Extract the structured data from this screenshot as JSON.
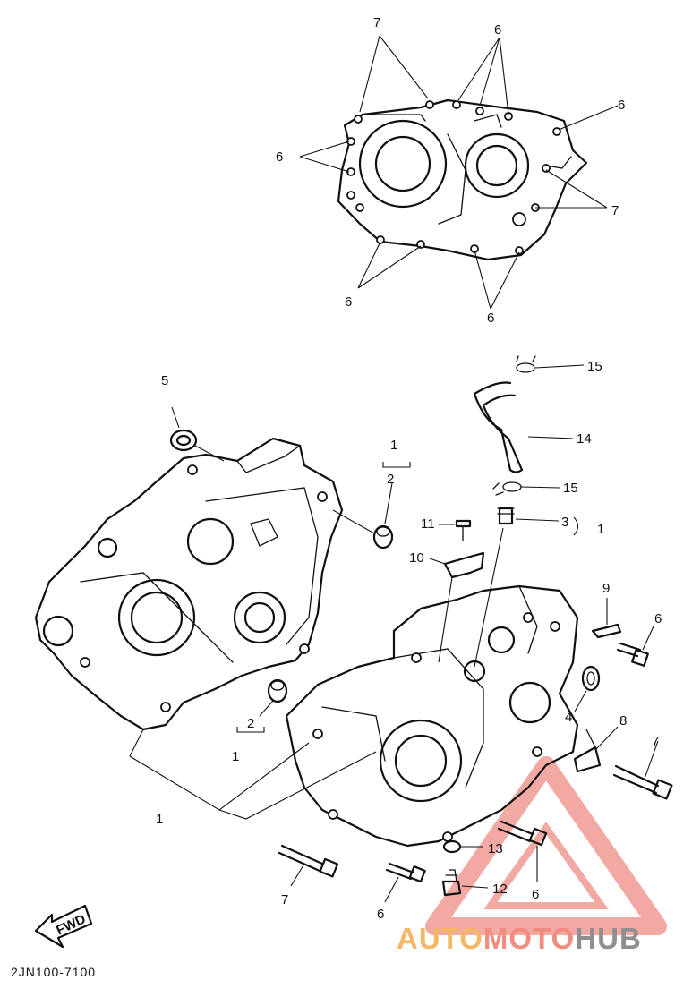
{
  "diagram": {
    "code": "2JN100-7100",
    "fwd_label": "FWD",
    "callouts": [
      "7",
      "6",
      "6",
      "6",
      "7",
      "6",
      "6",
      "15",
      "14",
      "15",
      "5",
      "1",
      "2",
      "3",
      "1",
      "11",
      "10",
      "9",
      "6",
      "4",
      "2",
      "1",
      "8",
      "7",
      "1",
      "13",
      "12",
      "6",
      "7",
      "6"
    ]
  },
  "watermark": {
    "part1": "AUTO",
    "part2": "MOTO",
    "part3": "HUB",
    "colors": {
      "auto": "#f4b766",
      "moto": "#f08c80",
      "hub": "#8f8f8f",
      "logo": "#f2a9a4"
    }
  }
}
